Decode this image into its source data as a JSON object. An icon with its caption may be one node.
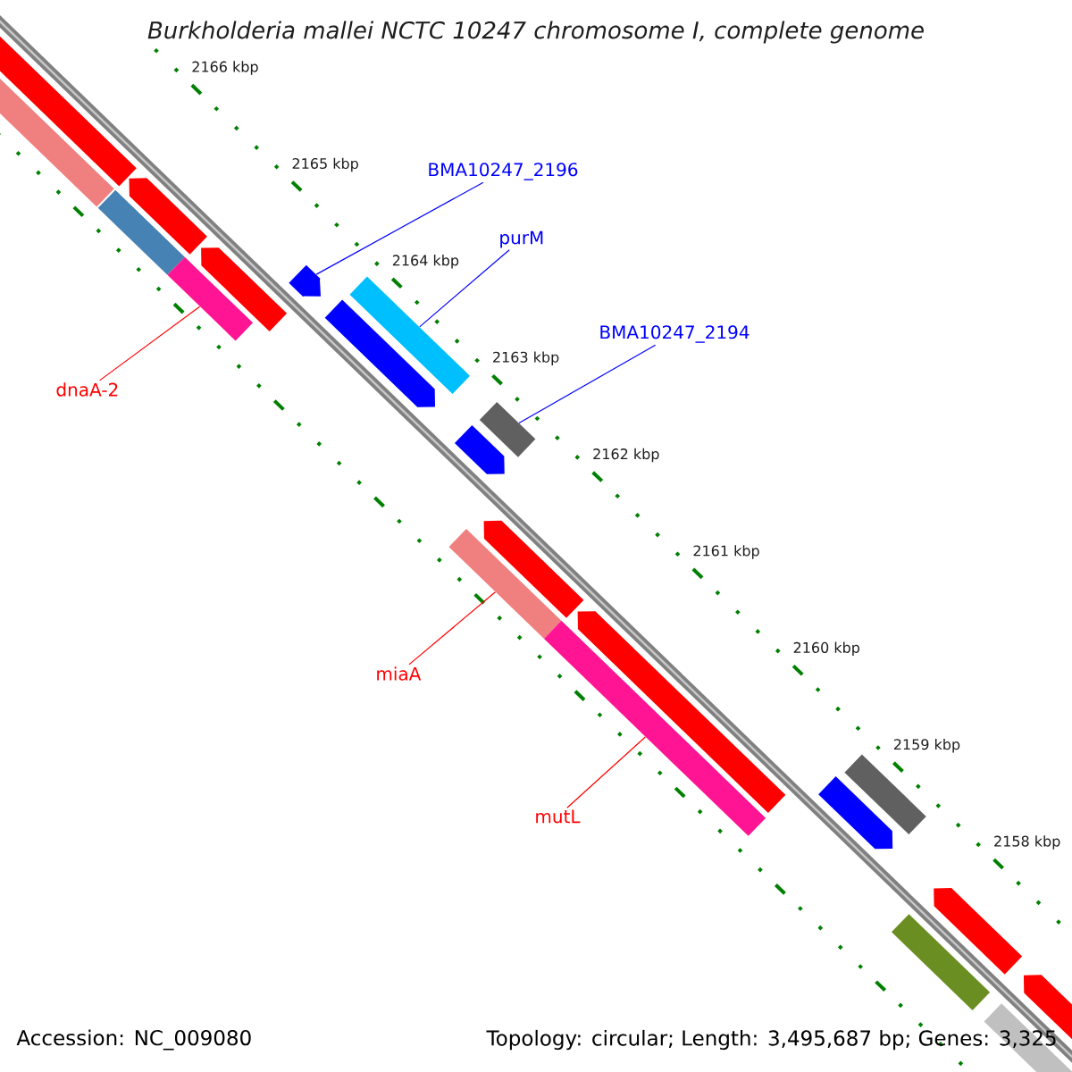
{
  "diagram": {
    "title": "Burkholderia mallei NCTC 10247 chromosome I, complete genome",
    "nodes": [
      {
        "text": [
          "BMA10247_2196"
        ]
      },
      {
        "text": [
          "purM"
        ]
      },
      {
        "text": [
          "BMA10247_2194"
        ]
      },
      {
        "text": [
          "dnaA-2"
        ]
      },
      {
        "text": [
          "miaA"
        ]
      },
      {
        "text": [
          "mutL"
        ]
      },
      {
        "text": [],
        "shape": "bar"
      },
      {
        "text": [],
        "shape": "bar"
      },
      {
        "text": [],
        "shape": "bar"
      },
      {
        "text": [],
        "shape": "bar"
      },
      {
        "text": [],
        "shape": "bar"
      },
      {
        "text": [],
        "shape": "bar"
      }
    ],
    "edges": [
      {
        "from": 0,
        "to": 6,
        "arrow": "none",
        "color": "#0000ff"
      },
      {
        "from": 1,
        "to": 7,
        "arrow": "none",
        "color": "#0000ff"
      },
      {
        "from": 2,
        "to": 8,
        "arrow": "none",
        "color": "#0000ff"
      },
      {
        "from": 3,
        "to": 9,
        "arrow": "none",
        "color": "#ff0000"
      },
      {
        "from": 4,
        "to": 10,
        "arrow": "none",
        "color": "#ff0000"
      },
      {
        "from": 5,
        "to": 11,
        "arrow": "none",
        "color": "#ff0000"
      }
    ],
    "labels": [
      "2166 kbp",
      "2165 kbp",
      "2164 kbp",
      "2163 kbp",
      "2162 kbp",
      "2161 kbp",
      "2160 kbp",
      "2159 kbp",
      "2158 kbp",
      "Accession: NC_009080",
      "Topology: circular; Length: 3,495,687 bp; Genes: 3,325"
    ]
  }
}
